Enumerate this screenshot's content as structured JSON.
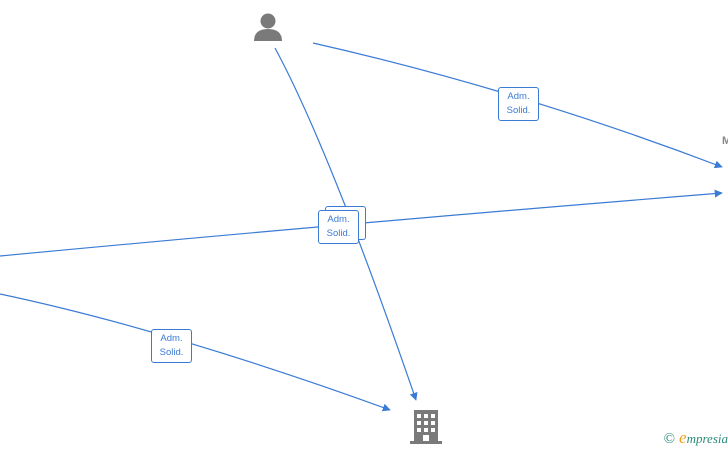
{
  "colors": {
    "edge": "#3a7bd5",
    "icon": "#7a7a7a",
    "watermark_text": "#2a8a7a",
    "watermark_accent": "#f0a020"
  },
  "nodes": {
    "person": {
      "icon": "person-icon"
    },
    "company": {
      "icon": "building-icon"
    },
    "right_partial": {
      "caption": "M"
    }
  },
  "edges": [
    {
      "label_line1": "Adm.",
      "label_line2": "Solid."
    },
    {
      "label_line1": "Adm.",
      "label_line2": "Solid."
    },
    {
      "label_line1": "Adm.",
      "label_line2": "Solid."
    },
    {
      "label_line1": "Adm.",
      "label_line2": "Solid."
    }
  ],
  "watermark": {
    "symbol": "©",
    "brand_initial": "e",
    "brand_rest": "mpresia"
  }
}
